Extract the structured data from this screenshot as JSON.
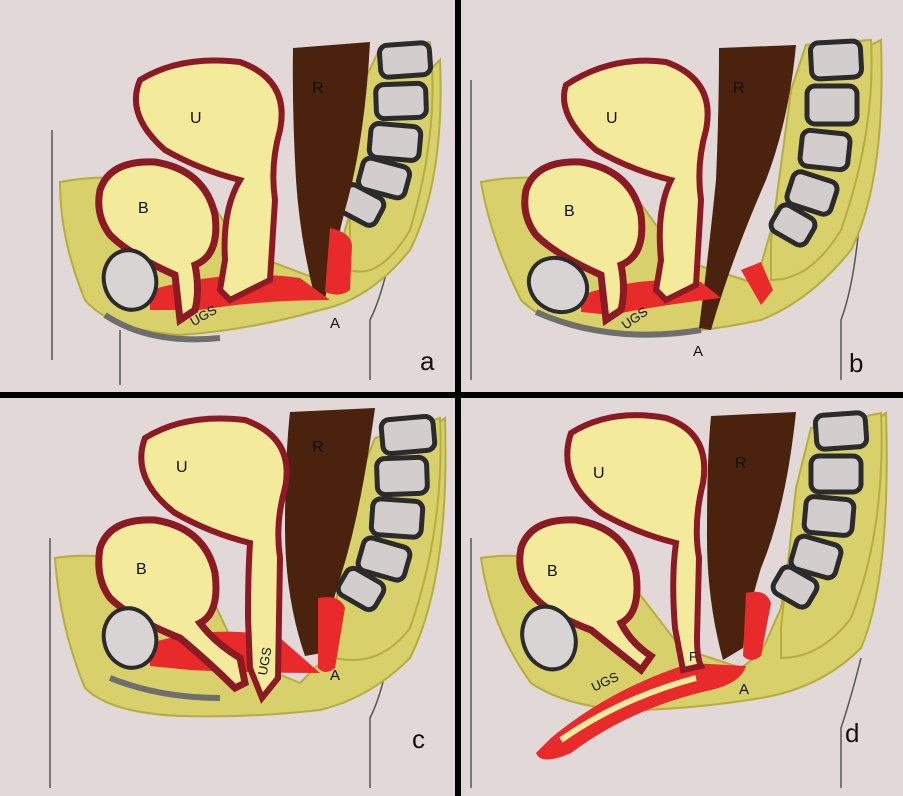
{
  "panels": [
    {
      "id": "a",
      "panel_label": "a",
      "labels": {
        "uterus": "U",
        "rectum": "R",
        "bladder": "B",
        "urogenital_sinus": "UGS",
        "anus": "A"
      }
    },
    {
      "id": "b",
      "panel_label": "b",
      "labels": {
        "uterus": "U",
        "rectum": "R",
        "bladder": "B",
        "urogenital_sinus": "UGS",
        "anus": "A"
      }
    },
    {
      "id": "c",
      "panel_label": "c",
      "labels": {
        "uterus": "U",
        "rectum": "R",
        "bladder": "B",
        "urogenital_sinus": "UGS",
        "anus": "A"
      }
    },
    {
      "id": "d",
      "panel_label": "d",
      "labels": {
        "uterus": "U",
        "rectum": "R",
        "bladder": "B",
        "urogenital_sinus": "UGS",
        "fistula": "F",
        "anus": "A"
      }
    }
  ],
  "colors": {
    "background": "#e3d8d8",
    "soft_tissue": "#d8d06a",
    "soft_tissue_stroke": "#b5ad3e",
    "organ_fill": "#f4ea9c",
    "organ_wall": "#8b1a24",
    "sphincter": "#e82a2a",
    "rectum": "#4a220e",
    "vertebra_fill": "#d4cdcd",
    "vertebra_stroke": "#2b2b2b",
    "pubic_bone": "#d9d4d4",
    "skin_shadow": "#6e6e6e",
    "divider": "#000000"
  }
}
